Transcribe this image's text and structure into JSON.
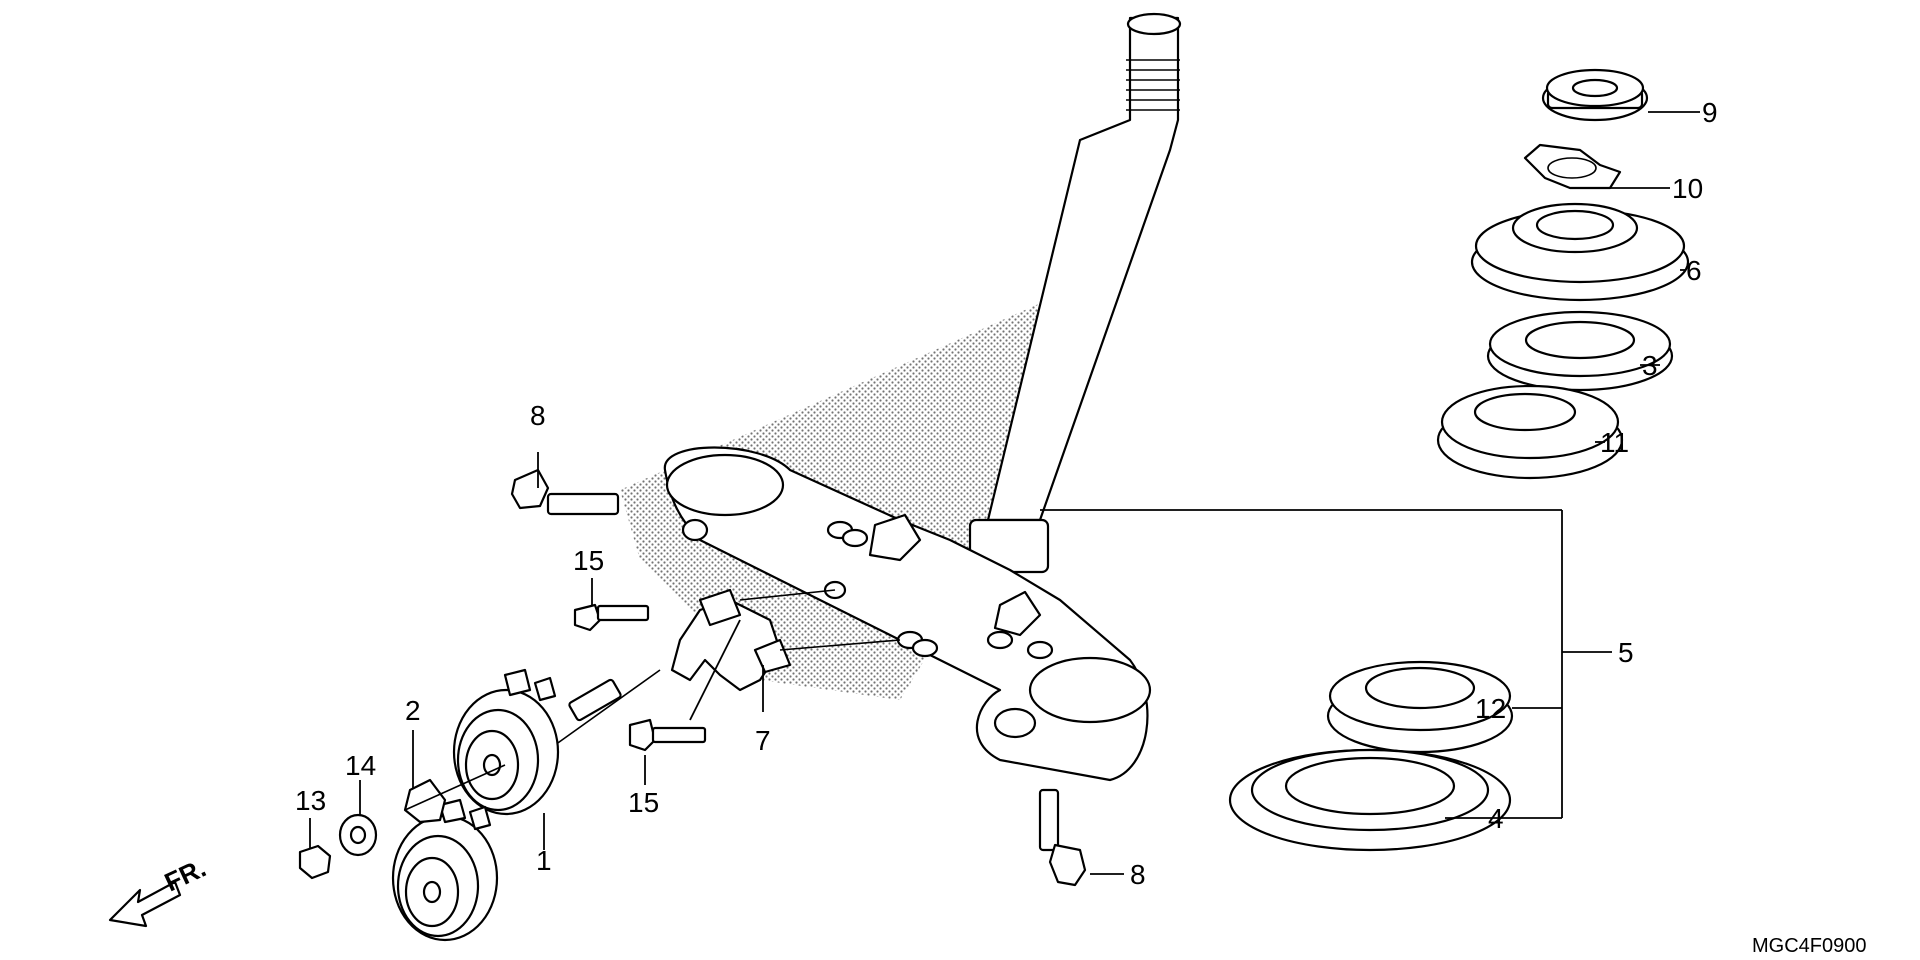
{
  "diagram": {
    "part_code": "MGC4F0900",
    "front_arrow_label": "FR.",
    "callouts": {
      "c1": "1",
      "c2": "2",
      "c3": "3",
      "c4": "4",
      "c5": "5",
      "c6": "6",
      "c7": "7",
      "c8a": "8",
      "c8b": "8",
      "c9": "9",
      "c10": "10",
      "c11": "11",
      "c12": "12",
      "c13": "13",
      "c14": "14",
      "c15a": "15",
      "c15b": "15"
    }
  }
}
